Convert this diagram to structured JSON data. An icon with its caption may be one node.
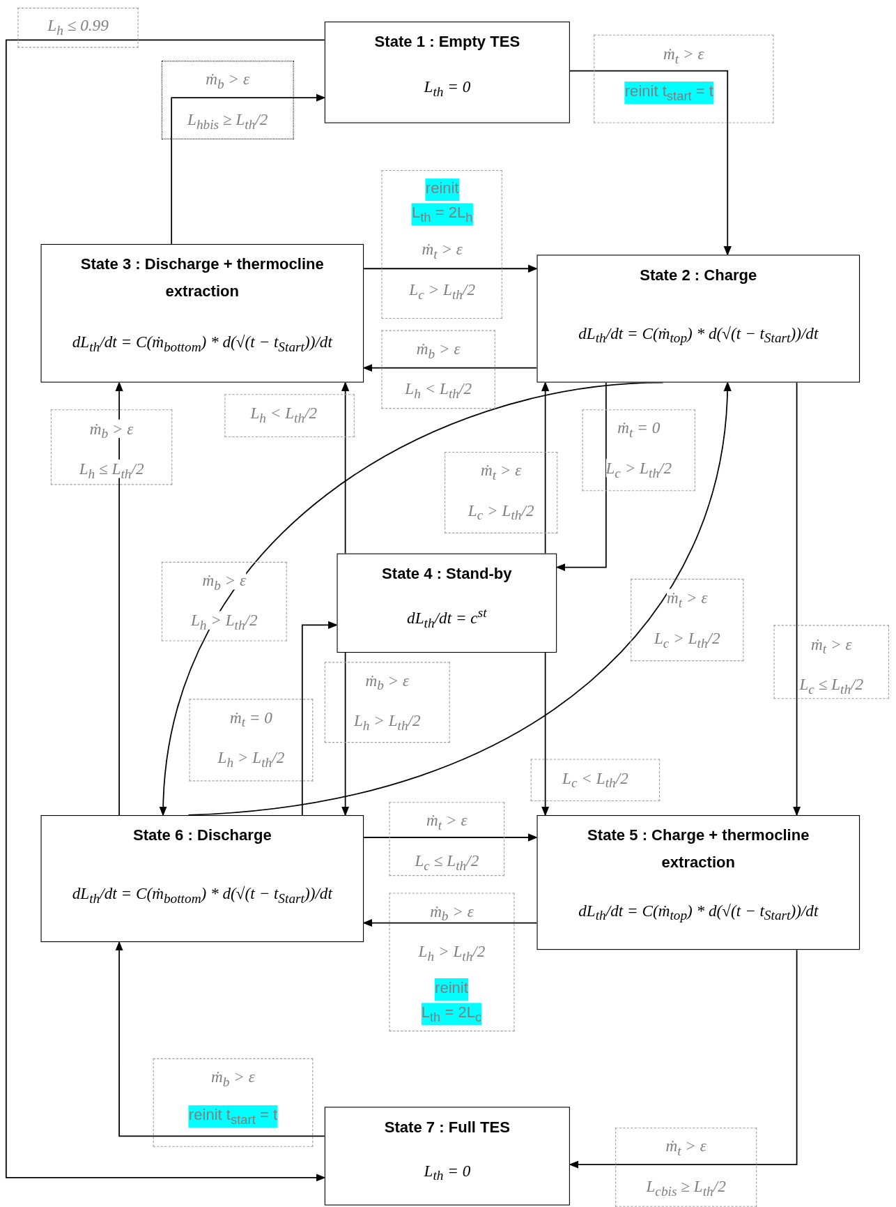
{
  "diagram": {
    "nodes": [
      {
        "text": [
          "State 1 : Empty TES",
          "L$_{th}$ = 0"
        ]
      },
      {
        "text": [
          "State 3 : Discharge + thermocline extraction",
          "dL$_{th}$/dt = C(ṁ$_{bottom}$) * d(√(t − t$_{Start}$))/dt"
        ]
      },
      {
        "text": [
          "State 2 : Charge",
          "dL$_{th}$/dt = C(ṁ$_{top}$) * d(√(t − t$_{Start}$))/dt"
        ]
      },
      {
        "text": [
          "State 4 : Stand-by",
          "dL$_{th}$/dt = c$^{st}$"
        ]
      },
      {
        "text": [
          "State 6 : Discharge",
          "dL$_{th}$/dt = C(ṁ$_{bottom}$) * d(√(t − t$_{Start}$))/dt"
        ]
      },
      {
        "text": [
          "State 5 : Charge + thermocline extraction",
          "dL$_{th}$/dt = C(ṁ$_{top}$) * d(√(t − t$_{Start}$))/dt"
        ]
      },
      {
        "text": [
          "State 7 : Full TES",
          "L$_{th}$ = 0"
        ]
      }
    ],
    "edges": [
      {
        "from": 0,
        "to": 2,
        "arrow": "to",
        "label": "ṁ$_{t}$ > ε"
      },
      {
        "from": 1,
        "to": 0,
        "arrow": "to",
        "label": "ṁ$_{b}$ > ε L$_{hbis}$ ≥ L$_{th}$/2"
      },
      {
        "from": 0,
        "to": 6,
        "arrow": "to",
        "label": "L$_{h}$ ≤ 0.99"
      },
      {
        "from": 1,
        "to": 2,
        "arrow": "to",
        "label": "ṁ$_{t}$ > ε L$_{c}$ > L$_{th}$/2"
      },
      {
        "from": 2,
        "to": 1,
        "arrow": "to",
        "label": "ṁ$_{b}$ > ε L$_{h}$ < L$_{th}$/2"
      },
      {
        "from": 3,
        "to": 1,
        "arrow": "to",
        "label": "L$_{h}$ < L$_{th}$/2"
      },
      {
        "from": 4,
        "to": 1,
        "arrow": "to",
        "label": "ṁ$_{b}$ > ε L$_{h}$ ≤ L$_{th}$/2"
      },
      {
        "from": 3,
        "to": 2,
        "arrow": "to",
        "label": "ṁ$_{t}$ > ε L$_{c}$ > L$_{th}$/2"
      },
      {
        "from": 2,
        "to": 3,
        "arrow": "to",
        "label": "ṁ$_{t}$ = 0 L$_{c}$ > L$_{th}$/2"
      },
      {
        "from": 2,
        "to": 4,
        "arrow": "to",
        "label": "ṁ$_{b}$ > ε L$_{h}$ > L$_{th}$/2"
      },
      {
        "from": 4,
        "to": 2,
        "arrow": "to",
        "label": "ṁ$_{t}$ > ε L$_{c}$ > L$_{th}$/2"
      },
      {
        "from": 2,
        "to": 5,
        "arrow": "to",
        "label": "ṁ$_{t}$ > ε L$_{c}$ ≤ L$_{th}$/2"
      },
      {
        "from": 4,
        "to": 3,
        "arrow": "to",
        "label": "ṁ$_{t}$ = 0 L$_{h}$ > L$_{th}$/2"
      },
      {
        "from": 3,
        "to": 4,
        "arrow": "to",
        "label": "ṁ$_{b}$ > ε L$_{h}$ > L$_{th}$/2"
      },
      {
        "from": 3,
        "to": 5,
        "arrow": "to",
        "label": "L$_{c}$ < L$_{th}$/2"
      },
      {
        "from": 4,
        "to": 5,
        "arrow": "to",
        "label": "ṁ$_{t}$ > ε L$_{c}$ ≤ L$_{th}$/2"
      },
      {
        "from": 5,
        "to": 4,
        "arrow": "to",
        "label": "ṁ$_{b}$ > ε L$_{h}$ > L$_{th}$/2"
      },
      {
        "from": 6,
        "to": 4,
        "arrow": "to",
        "label": "ṁ$_{b}$ > ε"
      },
      {
        "from": 5,
        "to": 6,
        "arrow": "to",
        "label": "ṁ$_{t}$ > ε L$_{cbis}$ ≥ L$_{th}$/2"
      }
    ],
    "labels": [
      "reinit t$_{start}$ = t",
      "reinit L$_{th}$ = 2L$_{h}$",
      "reinit L$_{th}$ = 2L$_{c}$",
      "reinit t$_{start}$ = t"
    ]
  }
}
